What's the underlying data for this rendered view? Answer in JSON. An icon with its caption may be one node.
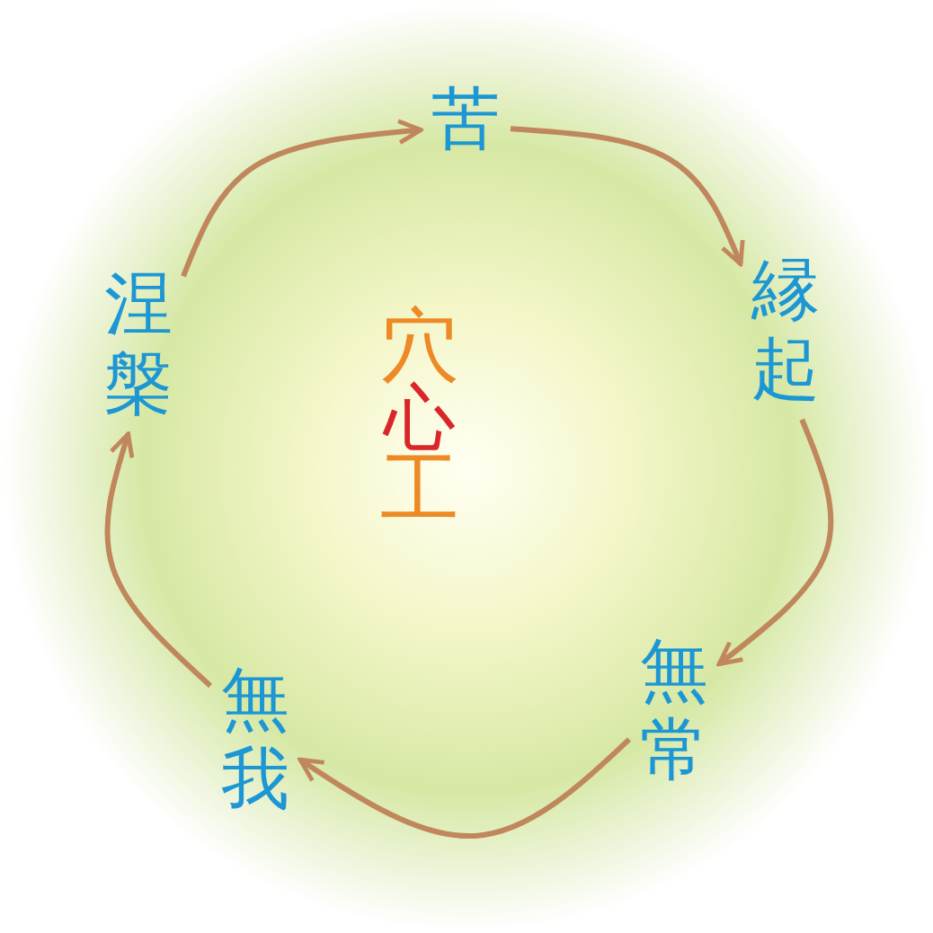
{
  "diagram": {
    "nodes": [
      {
        "text": [
          "苦"
        ]
      },
      {
        "text": [
          "縁起"
        ]
      },
      {
        "text": [
          "無常"
        ]
      },
      {
        "text": [
          "無我"
        ]
      },
      {
        "text": [
          "涅槃"
        ]
      },
      {
        "text": [
          "穴",
          "心",
          "工"
        ]
      }
    ],
    "edges": [
      {
        "from": 4,
        "to": 0,
        "arrow": "to"
      },
      {
        "from": 0,
        "to": 1,
        "arrow": "to"
      },
      {
        "from": 1,
        "to": 2,
        "arrow": "to"
      },
      {
        "from": 2,
        "to": 3,
        "arrow": "to"
      },
      {
        "from": 3,
        "to": 4,
        "arrow": "to"
      }
    ]
  }
}
